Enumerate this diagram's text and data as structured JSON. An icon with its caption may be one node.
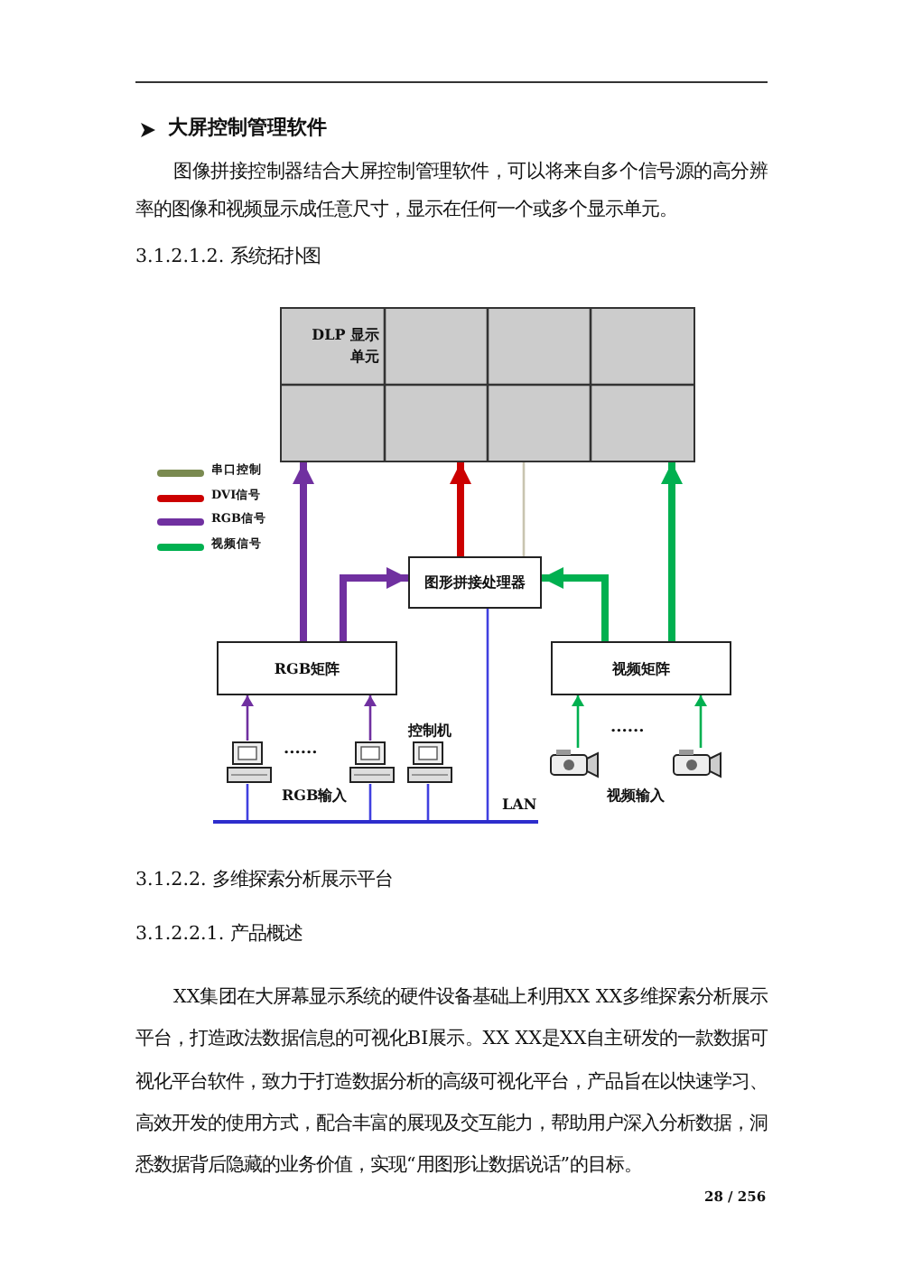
{
  "diagram": {
    "nodes": [
      {
        "text": [
          "DLP 显示单元"
        ]
      },
      {
        "text": [
          "图形拼接处理器"
        ]
      },
      {
        "text": [
          "RGB矩阵"
        ]
      },
      {
        "text": [
          "视频矩阵"
        ]
      },
      {
        "text": [],
        "shape": "computer"
      },
      {
        "text": [],
        "shape": "computer"
      },
      {
        "text": [],
        "shape": "computer",
        "beside": [
          "控制机"
        ]
      },
      {
        "text": [],
        "shape": "camera"
      },
      {
        "text": [],
        "shape": "camera"
      },
      {
        "text": [],
        "shape": "bar",
        "beside": [
          "LAN"
        ]
      }
    ],
    "edges": [
      {
        "from": 2,
        "to": 0,
        "arrow": "to",
        "style": "thick",
        "color": "#7030a0"
      },
      {
        "from": 2,
        "to": 1,
        "arrow": "to",
        "style": "thick",
        "color": "#7030a0"
      },
      {
        "from": 1,
        "to": 0,
        "arrow": "to",
        "style": "thick",
        "color": "#cc0000"
      },
      {
        "from": 1,
        "to": 0,
        "arrow": "none",
        "color": "#c8c4b0"
      },
      {
        "from": 3,
        "to": 0,
        "arrow": "to",
        "style": "thick",
        "color": "#00b050"
      },
      {
        "from": 3,
        "to": 1,
        "arrow": "to",
        "style": "thick",
        "color": "#00b050"
      },
      {
        "from": 4,
        "to": 2,
        "arrow": "to",
        "color": "#7030a0"
      },
      {
        "from": 5,
        "to": 2,
        "arrow": "to",
        "color": "#7030a0"
      },
      {
        "from": 7,
        "to": 3,
        "arrow": "to",
        "color": "#00b050"
      },
      {
        "from": 8,
        "to": 3,
        "arrow": "to",
        "color": "#00b050"
      },
      {
        "from": 4,
        "to": 9,
        "arrow": "none"
      },
      {
        "from": 5,
        "to": 9,
        "arrow": "none"
      },
      {
        "from": 6,
        "to": 9,
        "arrow": "none"
      },
      {
        "from": 1,
        "to": 9,
        "arrow": "none"
      }
    ],
    "labels": [
      "大屏控制管理软件",
      "图像拼接控制器结合大屏控制管理软件，可以将来自多个信号源的高分辨率的图像和视频显示成任意尺寸，显示在任何一个或多个显示单元。",
      "3.1.2.1.2. 系统拓扑图",
      "......",
      "RGB输入",
      "......",
      "视频输入",
      "3.1.2.2. 多维探索分析展示平台",
      "3.1.2.2.1. 产品概述",
      "XX集团在大屏幕显示系统的硬件设备基础上利用XX XX多维探索分析展示平台，打造政法数据信息的可视化BI展示。XX XX是XX自主研发的一款数据可视化平台软件，致力于打造数据分析的高级可视化平台，产品旨在以快速学习、高效开发的使用方式，配合丰富的展现及交互能力，帮助用户深入分析数据，洞悉数据背后隐藏的业务价值，实现“用图形让数据说话”的目标。",
      "28 / 256"
    ],
    "legend": [
      {
        "text": "串口控制",
        "color": "#7a8a50"
      },
      {
        "text": "DVI信号",
        "color": "#cc0000"
      },
      {
        "text": "RGB信号",
        "color": "#7030a0"
      },
      {
        "text": "视频信号",
        "color": "#00b050"
      }
    ]
  }
}
